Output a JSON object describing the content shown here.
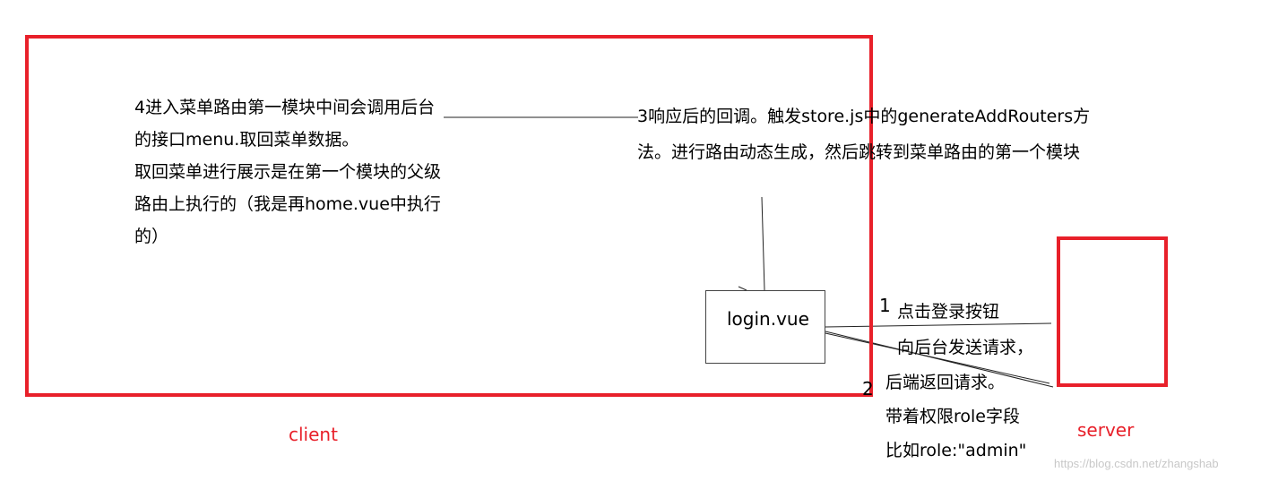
{
  "client": {
    "label": "client",
    "note_lines": [
      "4进入菜单路由第一模块中间会调用后台",
      "的接口menu.取回菜单数据。",
      "取回菜单进行展示是在第一个模块的父级",
      "路由上执行的（我是再home.vue中执行",
      "的）"
    ]
  },
  "callback": {
    "lines": [
      "3响应后的回调。触发store.js中的generateAddRouters方",
      "法。进行路由动态生成，然后跳转到菜单路由的第一个模块"
    ]
  },
  "login": {
    "label": "login.vue"
  },
  "server": {
    "label": "server"
  },
  "steps": {
    "step1_number": "1",
    "step1_text": "点击登录按钮",
    "step1_line2": "向后台发送请求，",
    "step2_number": "2",
    "step2_lines": [
      "后端返回请求。",
      "带着权限role字段",
      "比如role:\"admin\""
    ]
  },
  "watermark": "https://blog.csdn.net/zhangshab",
  "colors": {
    "accent": "#e8202a",
    "line": "#222222"
  }
}
